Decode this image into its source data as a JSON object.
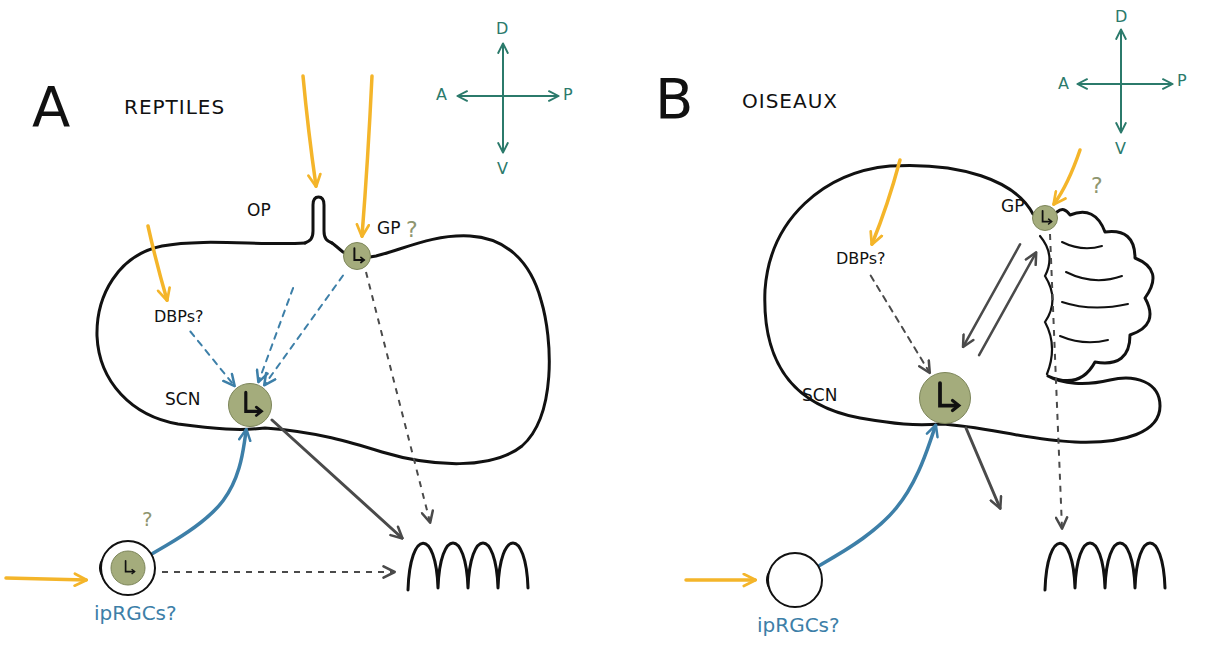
{
  "diagram": {
    "nodes": [
      {
        "text": [
          "OP"
        ]
      },
      {
        "text": [
          "GP",
          "?"
        ]
      },
      {
        "text": [
          "DBPs?"
        ]
      },
      {
        "text": [
          "SCN"
        ]
      },
      {
        "text": [
          "?",
          "ipRGCs?"
        ]
      },
      {
        "text": [
          "GP",
          "?"
        ]
      },
      {
        "text": [
          "DBPs?"
        ]
      },
      {
        "text": [
          "SCN"
        ]
      },
      {
        "text": [
          "ipRGCs?"
        ]
      }
    ],
    "edges": [
      {
        "from": 0,
        "to": 3,
        "arrow": "to"
      },
      {
        "from": 1,
        "to": 3,
        "arrow": "to"
      },
      {
        "from": 2,
        "to": 3,
        "arrow": "to"
      },
      {
        "from": 4,
        "to": 3,
        "arrow": "to"
      },
      {
        "from": 7,
        "to": 5,
        "arrow": "to"
      },
      {
        "from": 5,
        "to": 7,
        "arrow": "to"
      },
      {
        "from": 6,
        "to": 7,
        "arrow": "to"
      },
      {
        "from": 8,
        "to": 7,
        "arrow": "to"
      }
    ],
    "labels": [
      "A",
      "REPTILES",
      "D",
      "A",
      "P",
      "V",
      "B",
      "OISEAUX",
      "D",
      "A",
      "P",
      "V"
    ]
  }
}
